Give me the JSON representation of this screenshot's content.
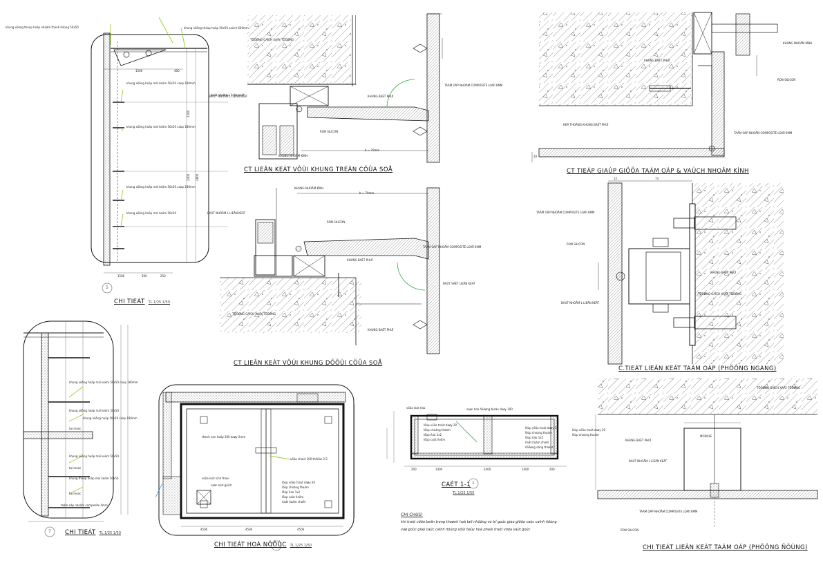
{
  "captions": {
    "d1": "CT LIEÂN KEÁT VÔÙI KHUNG TREÂN CÖÛA SOÅ",
    "d2": "CT LIEÂN KEÁT VÔÙI KHUNG DÖÔÙI CÖÛA SOÅ",
    "d3": "CT TIEÁP GIAÙP GIÖÕA TAÁM OÁP & VAÙCH NHOÂM KÍNH",
    "d4": "C.TIEÁT LIEÂN KEÁT TAÁM OÁP (PHÖÔNG NGANG)",
    "d5": "CHI TIEÁT",
    "d6": "CHI TIEÁT",
    "d7": "CHI TIEÁT HOÀ NÖÔÙC",
    "d8": "CAÉT 1-1",
    "d9": "CHI TIEÁT LIEÂN KEÁT TAÁM OÁP (PHÖÔNG ÑÖÙNG)",
    "scale_a": "TL 1/25 1/50",
    "scale_b": "TL 1/25 1/50",
    "scale_c": "TL 1/25 1/50",
    "scale_d": "TL 1/25 1/50"
  },
  "labels": {
    "l_khung_nhom_kinh_1": "KHUNG NHOÂM KÍNH",
    "l_ron_silicon_1": "RON SILICON",
    "l_bat_phu_1": "KHUNG BAÉT PHUÏ",
    "l_tam_op_1": "TAÁM OÁP NHOÂM COMPOSITE LOAÏI 6MM",
    "l_bat_nhom_l_1": "BAÙT NHOÂM L LIEÂN KEÁT",
    "l_tuong_1": "TÖÔØNG GAÏCH XAÂY TÖÔØNG",
    "l_khung_nhom_kinh_2": "KHUNG NHOÂM KÍNH",
    "l_ron_silicon_2": "RON SILICON",
    "l_bat_nhom_l_2": "BAÙT NHOÂM L LIEÂN KEÁT",
    "l_bat_phu_2": "KHUNG BAÉT PHUÏ",
    "l_tam_op_2": "TAÁM OÁP NHOÂM COMPOSITE LOAÏI 6MM",
    "l_bat_l_2b": "BAÙT SAÉT LIEÂN KEÁT",
    "l_bat_phu_2b": "KHUNG BAÉT PHUÏ",
    "l_tuong_2": "TÖÔØNG GAÏCH XAÂY TÖÔØNG",
    "l_khung_nhom_kinh_3": "KHUNG NHOÂM KÍNH",
    "l_ron_silicon_3": "RON SILICON",
    "l_bat_phu_3": "KHUNG BAÉT PHUÏ",
    "l_tam_op_3": "TAÁM OÁP NHOÂM COMPOSITE LOAÏI 6MM",
    "l_vach_3": "HEÄ THOÁNG KHUNG BAÉT PHUÏ",
    "l_tam_op_4": "TAÁM OÁP NHOÂM COMPOSITE LOAÏI 6MM",
    "l_ron_4": "RON SILICON",
    "l_bat_phu_4": "KHUNG BAÉT PHUÏ",
    "l_bat_l_4": "BAÙT NHOÂM L LIEÂN KEÁT",
    "l_tuong_4": "TÖÔØNG GAÏCH XAÂY TÖÔØNG",
    "l_bat_phu_9": "KHUNG BAÉT PHUÏ",
    "l_bat_l_9": "BAÙT NHOÂM L LIEÂN KEÁT",
    "l_module_9": "MODULE",
    "l_tam_op_9": "TAÁM OÁP NHOÂM COMPOSITE LOAÏI 6MM",
    "l_ron_9": "RON SILICON",
    "l_tuong_9": "TÖÔØNG GAÏCH XAÂY TÖÔØNG",
    "l_s5_1": "khung xöông theùp hoäp nhoâm thanh ñöùng 50x50",
    "l_s5_2": "khung xöông theùp hoäp 50x50 caùch 600mm",
    "l_s5_3": "khung xöông hoäp maï keõm 50x50 caùp 180mm",
    "l_s5_4": "khung xöông hoäp maï keõm 50x50 caùp 180mm",
    "l_s5_5": "khung xöông hoäp maï keõm 50x50 caùp 180mm",
    "l_s5_6": "khung xöông hoäp maï keõm 50x50",
    "l_s5_7": "baùt nhoâm L lieân keát",
    "l_s6_1": "khung xöông hoäp maï keõm 50x50 caùp 180mm",
    "l_s6_2": "khung xöông hoäp maï keõm 50x50",
    "l_s6_3": "khung xöông hoäp 50x50 caùp 180mm",
    "l_s6_4": "tai moùc",
    "l_s6_5": "khung xöông hoäp maï keõm 50x50",
    "l_s6_6": "tai moùc",
    "l_s6_7": "khung theùp hoäp maï keõm 50x50",
    "l_s6_8": "tai moùc",
    "l_s6_9": "taám oáp nhoâm composite 4mm",
    "l_h_1": "thanh nan hoäp 300 daøy 2mm",
    "l_h_2": "vöõa chaùt 100 thöôùc 2.5",
    "l_h_3": "vöõa loùt sinh thaùi",
    "l_h_4": "saøn laùt gaïch",
    "l_h_5": "lôùp vöõa traùt daøy 20",
    "l_h_6": "lôùp choáng thaám",
    "l_h_7": "lôùp ñaù 1x2",
    "l_h_8": "lôùp caùt ñeäm",
    "l_h_9": "ñaát ñaàm chaët",
    "l_c_1": "vöõa laùt ñaù",
    "l_c_2": "saøn hoà ñöôøng bieân daøy 100",
    "l_c_3": "lôùp vöõa traùt daøy 20",
    "l_c_4": "lôùp choáng thaám",
    "l_c_5": "lôùp ñaù 1x2",
    "l_c_6": "lôùp caùt ñeäm",
    "l_c_7": "lôùp vöõa traùt daøy 20",
    "l_c_8": "lôùp choáng thaám",
    "l_c_9": "lôùp ñaù 1x2",
    "l_c_10": "ñaát ñaàm chaët",
    "l_c_11": "ñöôøng oáng thoaùt",
    "l_c_12": "lôùp vöõa traùt daøy 20",
    "l_c_13": "lôùp choáng thaám"
  },
  "dims": {
    "top_1": "1500",
    "top_2": "400",
    "bot_1": "1500",
    "bot_2": "500",
    "bot_3": "250",
    "d1_w": "b = 70mm",
    "d2_w": "b = 70mm",
    "d3_h": "10",
    "d4_a": "12",
    "d4_b": "73",
    "c_1": "200",
    "c_2": "1400",
    "c_3": "2400",
    "c_4": "1400",
    "c_5": "200",
    "h_1": "4500",
    "h_2": "4500",
    "h_3": "4500",
    "v_1": "1200",
    "v_2": "2400",
    "v_3": "2800"
  },
  "notes": {
    "title": "CHI CHUÙ:",
    "line1": "khi traùt vöõa beân trong thaønh hoà   taïi nhöõng vò trí goùc giao  giöõa caùc caïnh ñöùng",
    "line2": "vaø goùc giao caùc caïnh ñöùng vôùi ñaùy hoà phaûi traùt vöõa vaùt goùc"
  },
  "section_marks": {
    "m5": "5",
    "m7": "7",
    "m1": "1"
  }
}
